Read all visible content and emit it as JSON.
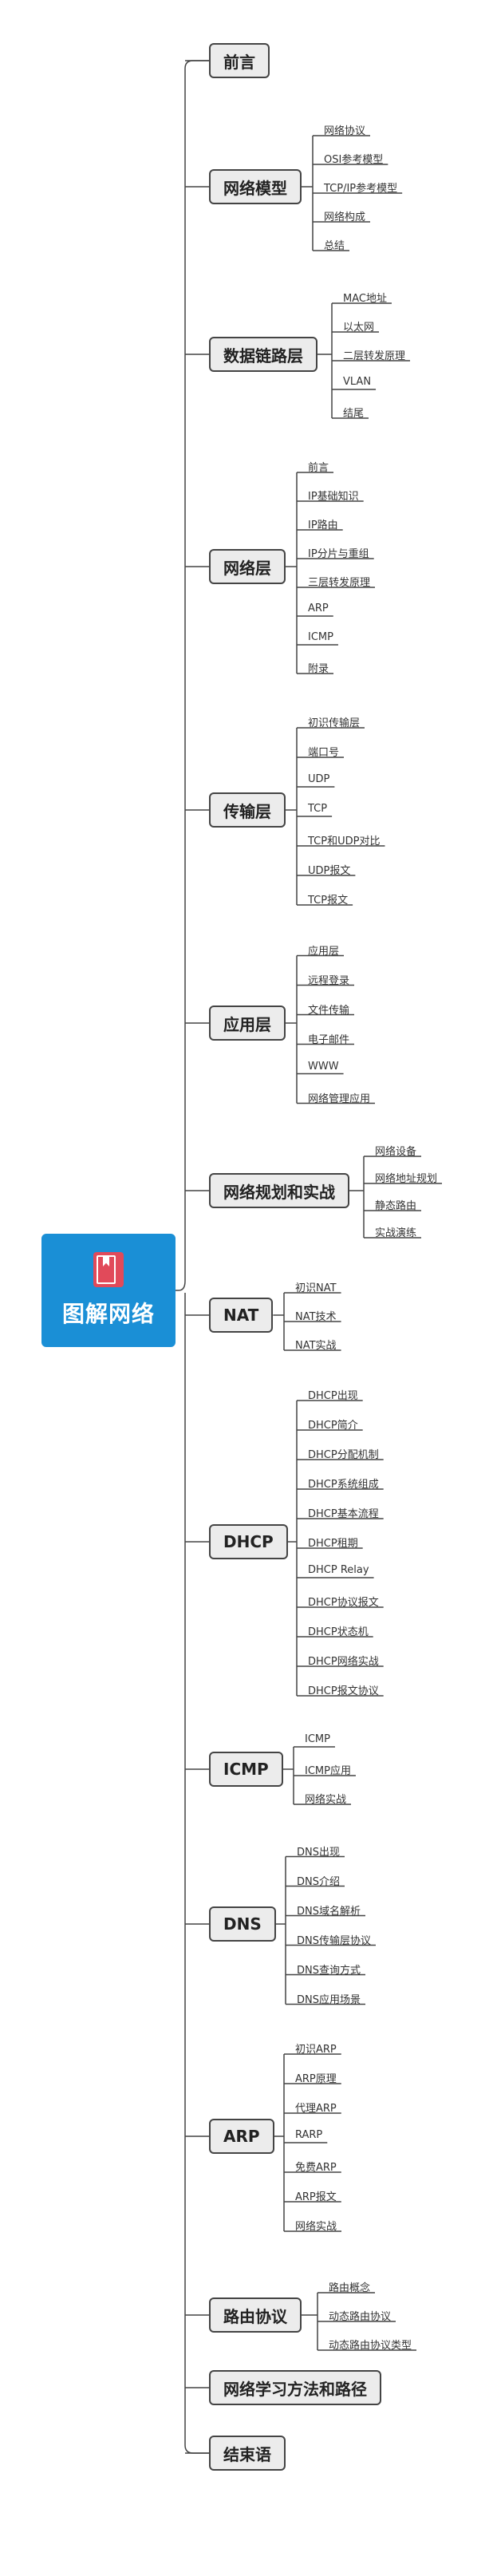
{
  "root": {
    "title": "图解网络",
    "icon": "book-icon"
  },
  "topics": [
    {
      "label": "前言",
      "children": []
    },
    {
      "label": "网络模型",
      "children": [
        "网络协议",
        "OSI参考模型",
        "TCP/IP参考模型",
        "网络构成",
        "总结"
      ]
    },
    {
      "label": "数据链路层",
      "children": [
        "MAC地址",
        "以太网",
        "二层转发原理",
        "VLAN",
        "结尾"
      ]
    },
    {
      "label": "网络层",
      "children": [
        "前言",
        "IP基础知识",
        "IP路由",
        "IP分片与重组",
        "三层转发原理",
        "ARP",
        "ICMP",
        "附录"
      ]
    },
    {
      "label": "传输层",
      "children": [
        "初识传输层",
        "端口号",
        "UDP",
        "TCP",
        "TCP和UDP对比",
        "UDP报文",
        "TCP报文"
      ]
    },
    {
      "label": "应用层",
      "children": [
        "应用层",
        "远程登录",
        "文件传输",
        "电子邮件",
        "WWW",
        "网络管理应用"
      ]
    },
    {
      "label": "网络规划和实战",
      "children": [
        "网络设备",
        "网络地址规划",
        "静态路由",
        "实战演练"
      ]
    },
    {
      "label": "NAT",
      "children": [
        "初识NAT",
        "NAT技术",
        "NAT实战"
      ]
    },
    {
      "label": "DHCP",
      "children": [
        "DHCP出现",
        "DHCP简介",
        "DHCP分配机制",
        "DHCP系统组成",
        "DHCP基本流程",
        "DHCP租期",
        "DHCP Relay",
        "DHCP协议报文",
        "DHCP状态机",
        "DHCP网络实战",
        "DHCP报文协议"
      ]
    },
    {
      "label": "ICMP",
      "children": [
        "ICMP",
        "ICMP应用",
        "网络实战"
      ]
    },
    {
      "label": "DNS",
      "children": [
        "DNS出现",
        "DNS介绍",
        "DNS域名解析",
        "DNS传输层协议",
        "DNS查询方式",
        "DNS应用场景"
      ]
    },
    {
      "label": "ARP",
      "children": [
        "初识ARP",
        "ARP原理",
        "代理ARP",
        "RARP",
        "免费ARP",
        "ARP报文",
        "网络实战"
      ]
    },
    {
      "label": "路由协议",
      "children": [
        "路由概念",
        "动态路由协议",
        "动态路由协议类型"
      ]
    },
    {
      "label": "网络学习方法和路径",
      "children": []
    },
    {
      "label": "结束语",
      "children": []
    }
  ],
  "colors": {
    "root_bg": "#1a8fd6",
    "node_bg": "#ececec",
    "node_border": "#444444",
    "line": "#444444"
  }
}
